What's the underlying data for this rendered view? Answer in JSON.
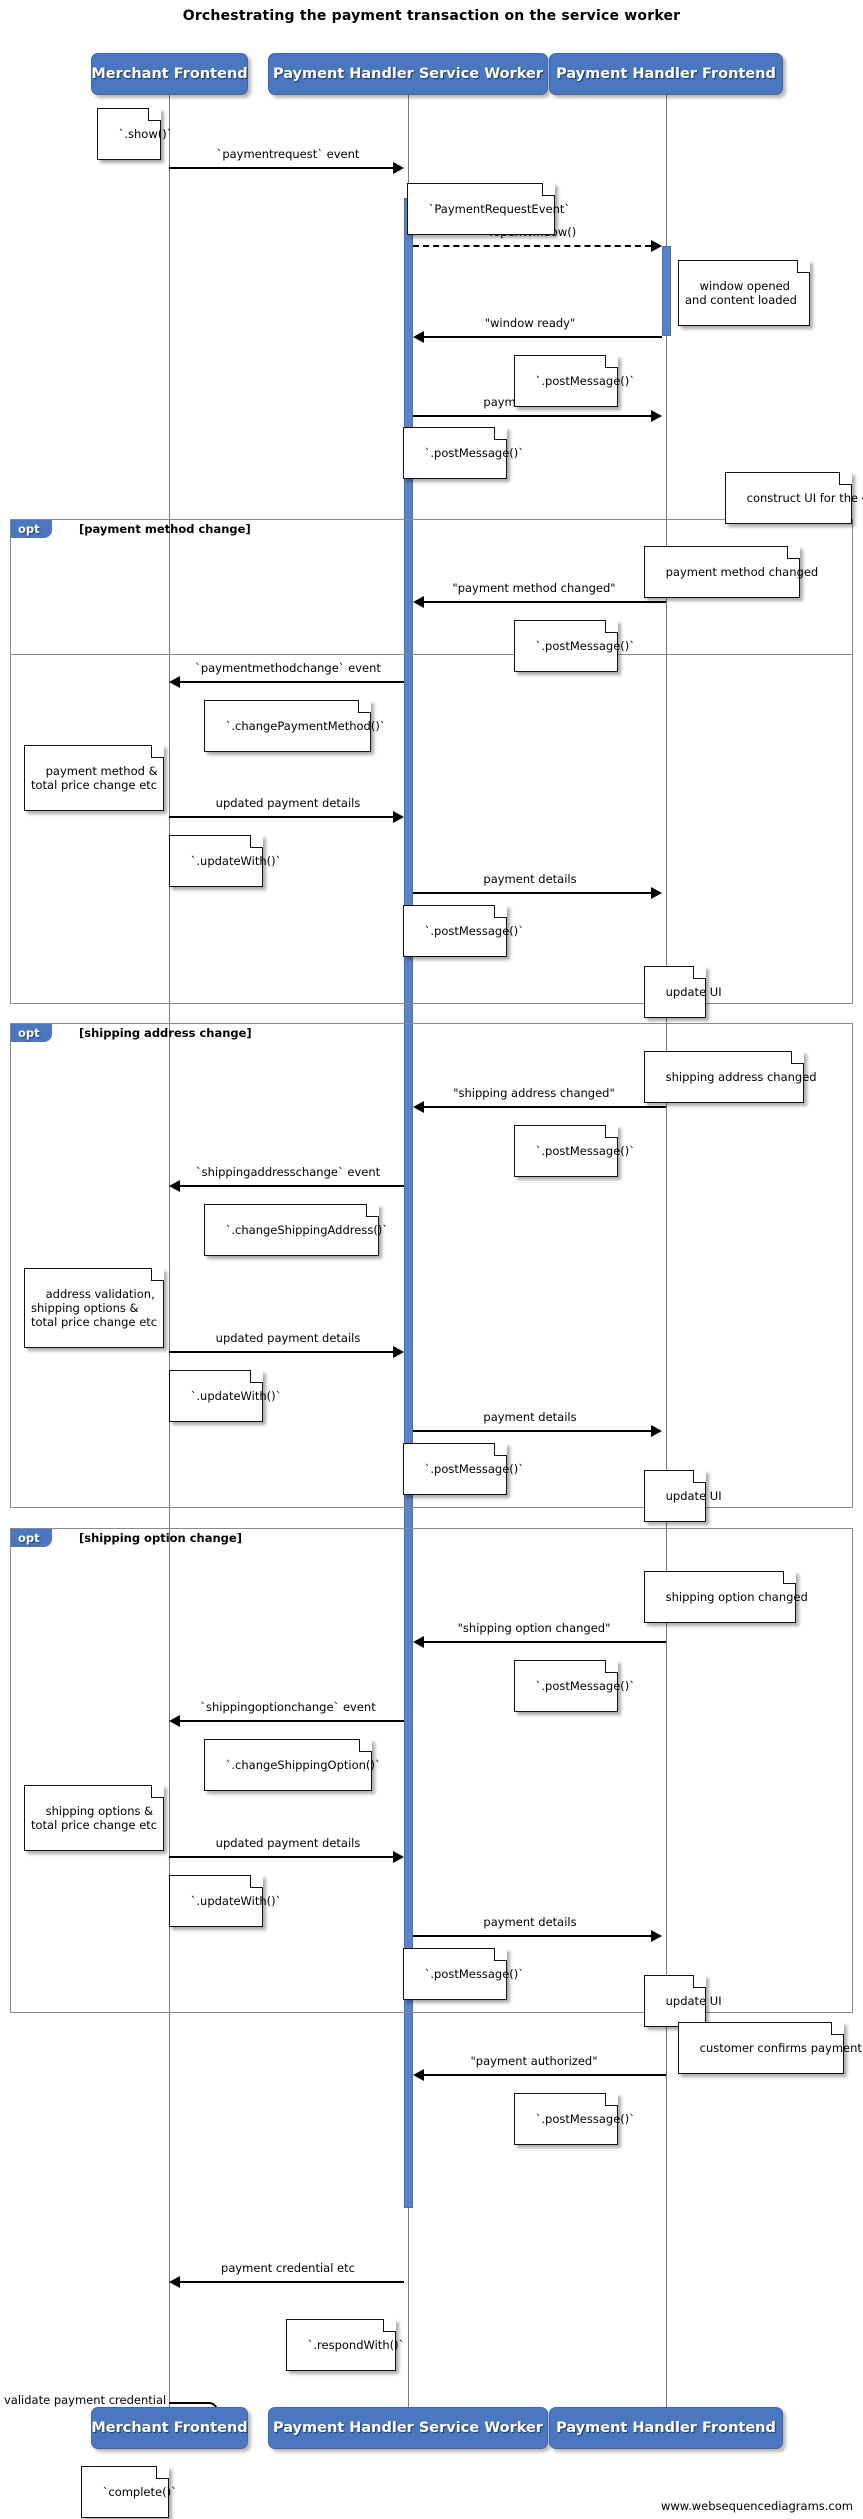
{
  "diagram": {
    "title": "Orchestrating the payment transaction on the service worker",
    "footer_url": "www.websequencediagrams.com",
    "accent_color": "#4a77bf",
    "lifeline_color": "#7a7a7a",
    "note_background": "#ffffff"
  },
  "participants": [
    {
      "id": "merchant",
      "label": "Merchant Frontend"
    },
    {
      "id": "sw",
      "label": "Payment Handler Service Worker"
    },
    {
      "id": "frontend",
      "label": "Payment Handler Frontend"
    }
  ],
  "participants_bottom": [
    {
      "id": "merchant",
      "label": "Merchant Frontend"
    },
    {
      "id": "sw",
      "label": "Payment Handler Service Worker"
    },
    {
      "id": "frontend",
      "label": "Payment Handler Frontend"
    }
  ],
  "fragments": [
    {
      "id": "opt1",
      "kind": "opt",
      "condition": "[payment method change]"
    },
    {
      "id": "opt2",
      "kind": "opt",
      "condition": "[shipping address change]"
    },
    {
      "id": "opt3",
      "kind": "opt",
      "condition": "[shipping option change]"
    }
  ],
  "messages": [
    {
      "id": "m1",
      "label": "`paymentrequest` event",
      "from": "merchant",
      "to": "sw",
      "style": "solid"
    },
    {
      "id": "m2",
      "label": "`.openWindow()",
      "from": "sw",
      "to": "frontend",
      "style": "dashed"
    },
    {
      "id": "m3",
      "label": "\"window ready\"",
      "from": "frontend",
      "to": "sw",
      "style": "solid"
    },
    {
      "id": "m4",
      "label": "payment details",
      "from": "sw",
      "to": "frontend",
      "style": "solid"
    },
    {
      "id": "m5",
      "label": "\"payment method changed\"",
      "from": "frontend",
      "to": "sw",
      "style": "solid"
    },
    {
      "id": "m6",
      "label": "`paymentmethodchange` event",
      "from": "sw",
      "to": "merchant",
      "style": "solid"
    },
    {
      "id": "m7",
      "label": "updated payment details",
      "from": "merchant",
      "to": "sw",
      "style": "solid"
    },
    {
      "id": "m8",
      "label": "payment details",
      "from": "sw",
      "to": "frontend",
      "style": "solid"
    },
    {
      "id": "m9",
      "label": "\"shipping address changed\"",
      "from": "frontend",
      "to": "sw",
      "style": "solid"
    },
    {
      "id": "m10",
      "label": "`shippingaddresschange` event",
      "from": "sw",
      "to": "merchant",
      "style": "solid"
    },
    {
      "id": "m11",
      "label": "updated payment details",
      "from": "merchant",
      "to": "sw",
      "style": "solid"
    },
    {
      "id": "m12",
      "label": "payment details",
      "from": "sw",
      "to": "frontend",
      "style": "solid"
    },
    {
      "id": "m13",
      "label": "\"shipping option changed\"",
      "from": "frontend",
      "to": "sw",
      "style": "solid"
    },
    {
      "id": "m14",
      "label": "`shippingoptionchange` event",
      "from": "sw",
      "to": "merchant",
      "style": "solid"
    },
    {
      "id": "m15",
      "label": "updated payment details",
      "from": "merchant",
      "to": "sw",
      "style": "solid"
    },
    {
      "id": "m16",
      "label": "payment details",
      "from": "sw",
      "to": "frontend",
      "style": "solid"
    },
    {
      "id": "m17",
      "label": "\"payment authorized\"",
      "from": "frontend",
      "to": "sw",
      "style": "solid"
    },
    {
      "id": "m18",
      "label": "payment credential etc",
      "from": "sw",
      "to": "merchant",
      "style": "solid"
    },
    {
      "id": "m19",
      "label": "validate payment credential",
      "from": "merchant",
      "to": "merchant",
      "style": "self"
    }
  ],
  "notes": [
    {
      "id": "n1",
      "text": "`.show()`"
    },
    {
      "id": "n2",
      "text": "`PaymentRequestEvent`"
    },
    {
      "id": "n3",
      "text": "window opened\nand content loaded"
    },
    {
      "id": "n4",
      "text": "`.postMessage()`"
    },
    {
      "id": "n5",
      "text": "`.postMessage()`"
    },
    {
      "id": "n6",
      "text": "construct UI for the customer"
    },
    {
      "id": "n7",
      "text": "payment method changed"
    },
    {
      "id": "n8",
      "text": "`.postMessage()`"
    },
    {
      "id": "n9",
      "text": "`.changePaymentMethod()`"
    },
    {
      "id": "n10",
      "text": "payment method &\ntotal price change etc"
    },
    {
      "id": "n11",
      "text": "`.updateWith()`"
    },
    {
      "id": "n12",
      "text": "`.postMessage()`"
    },
    {
      "id": "n13",
      "text": "update UI"
    },
    {
      "id": "n14",
      "text": "shipping address changed"
    },
    {
      "id": "n15",
      "text": "`.postMessage()`"
    },
    {
      "id": "n16",
      "text": "`.changeShippingAddress()`"
    },
    {
      "id": "n17",
      "text": "address validation,\nshipping options &\ntotal price change etc"
    },
    {
      "id": "n18",
      "text": "`.updateWith()`"
    },
    {
      "id": "n19",
      "text": "`.postMessage()`"
    },
    {
      "id": "n20",
      "text": "update UI"
    },
    {
      "id": "n21",
      "text": "shipping option changed"
    },
    {
      "id": "n22",
      "text": "`.postMessage()`"
    },
    {
      "id": "n23",
      "text": "`.changeShippingOption()`"
    },
    {
      "id": "n24",
      "text": "shipping options &\ntotal price change etc"
    },
    {
      "id": "n25",
      "text": "`.updateWith()`"
    },
    {
      "id": "n26",
      "text": "`.postMessage()`"
    },
    {
      "id": "n27",
      "text": "update UI"
    },
    {
      "id": "n28",
      "text": "customer confirms payment"
    },
    {
      "id": "n29",
      "text": "`.postMessage()`"
    },
    {
      "id": "n30",
      "text": "`.respondWith()`"
    },
    {
      "id": "n31",
      "text": "`complete()`"
    }
  ]
}
